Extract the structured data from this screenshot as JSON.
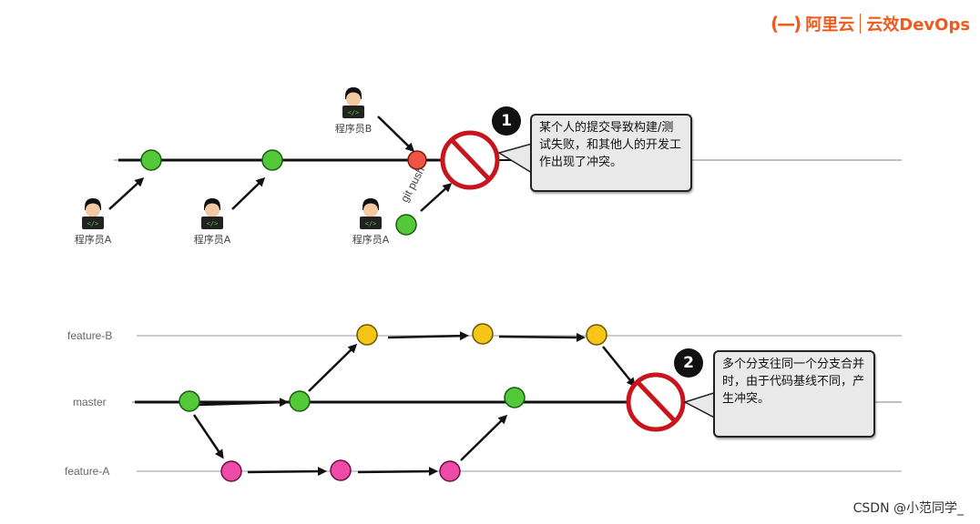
{
  "logo": {
    "brand_icon": "aliyun-bracket-icon",
    "brand_name": "阿里云",
    "product_name": "云效DevOps",
    "color": "#f05a1d"
  },
  "top_diagram": {
    "personas": [
      {
        "label": "程序员A"
      },
      {
        "label": "程序员A"
      },
      {
        "label": "程序员A"
      },
      {
        "label": "程序员B"
      }
    ],
    "push_label": "git push",
    "badge": "1",
    "callout_text": "某个人的提交导致构建/测试失败，和其他人的开发工作出现了冲突。"
  },
  "bottom_diagram": {
    "branches": [
      "feature-B",
      "master",
      "feature-A"
    ],
    "badge": "2",
    "callout_text": "多个分支往同一个分支合并时，由于代码基线不同，产生冲突。"
  },
  "colors": {
    "green_commit": "#53c93a",
    "red_commit": "#ee5544",
    "yellow_commit": "#f5c518",
    "pink_commit": "#ee4aa6",
    "stop_sign": "#c8141c"
  },
  "watermark": "CSDN @小范同学_"
}
